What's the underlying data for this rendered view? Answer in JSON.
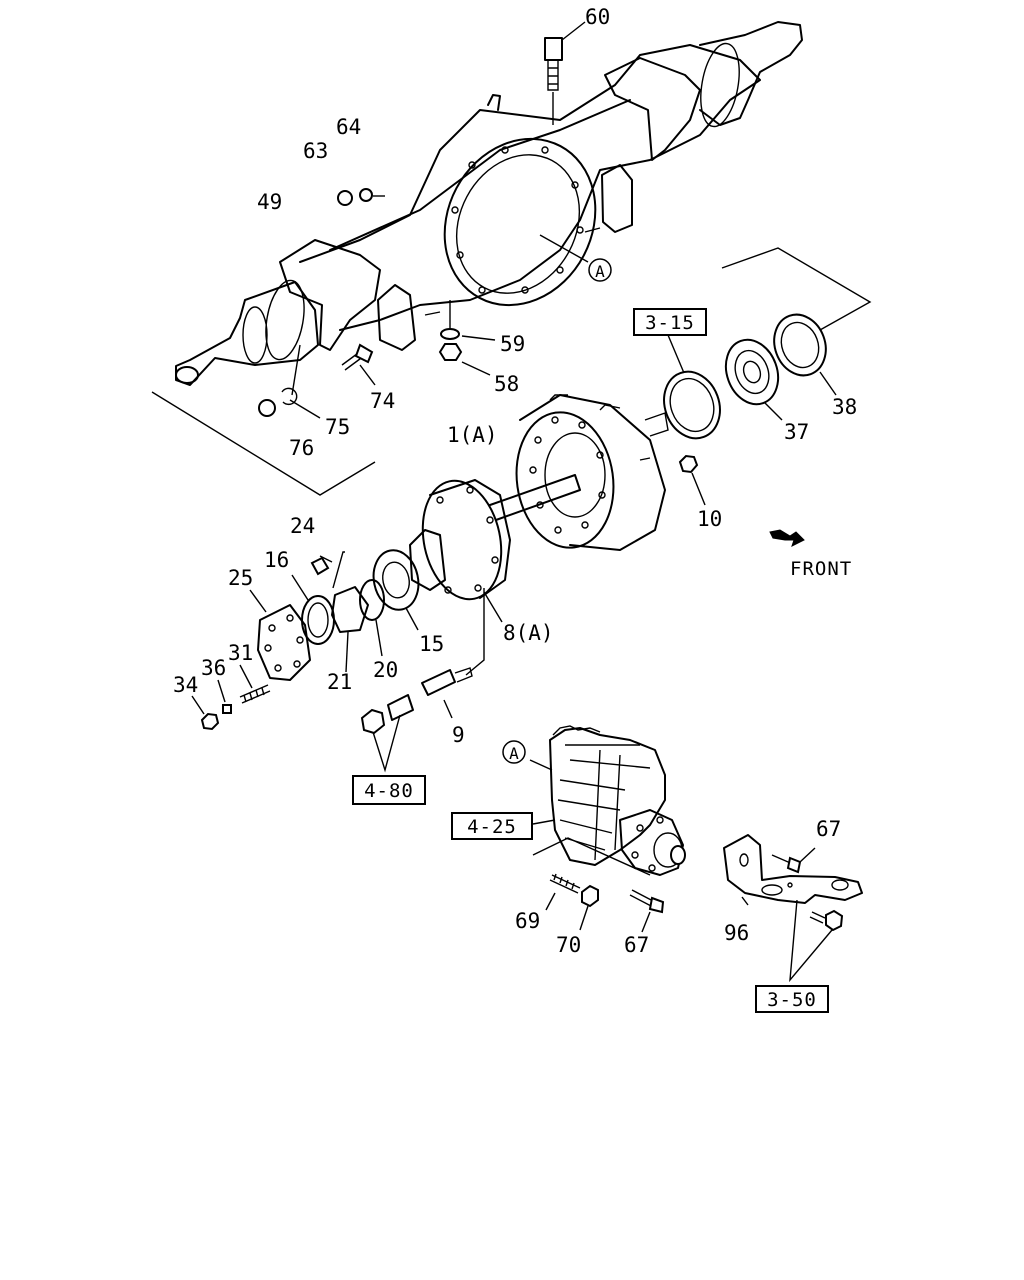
{
  "diagram": {
    "front_label": "FRONT",
    "section_refs": [
      "3-15",
      "4-80",
      "4-25",
      "3-50"
    ],
    "callouts": {
      "p60": "60",
      "p64": "64",
      "p63": "63",
      "p49": "49",
      "pA_top": "A",
      "p59": "59",
      "p58": "58",
      "p74": "74",
      "p75": "75",
      "p76": "76",
      "p1A": "1(A)",
      "p10": "10",
      "p37": "37",
      "p38": "38",
      "p24": "24",
      "p16": "16",
      "p25": "25",
      "p31": "31",
      "p36": "36",
      "p34": "34",
      "p21": "21",
      "p20": "20",
      "p15": "15",
      "p8A": "8(A)",
      "p9": "9",
      "pA_diff": "A",
      "p67_top": "67",
      "p96": "96",
      "p69": "69",
      "p70": "70",
      "p67_bottom": "67"
    }
  }
}
